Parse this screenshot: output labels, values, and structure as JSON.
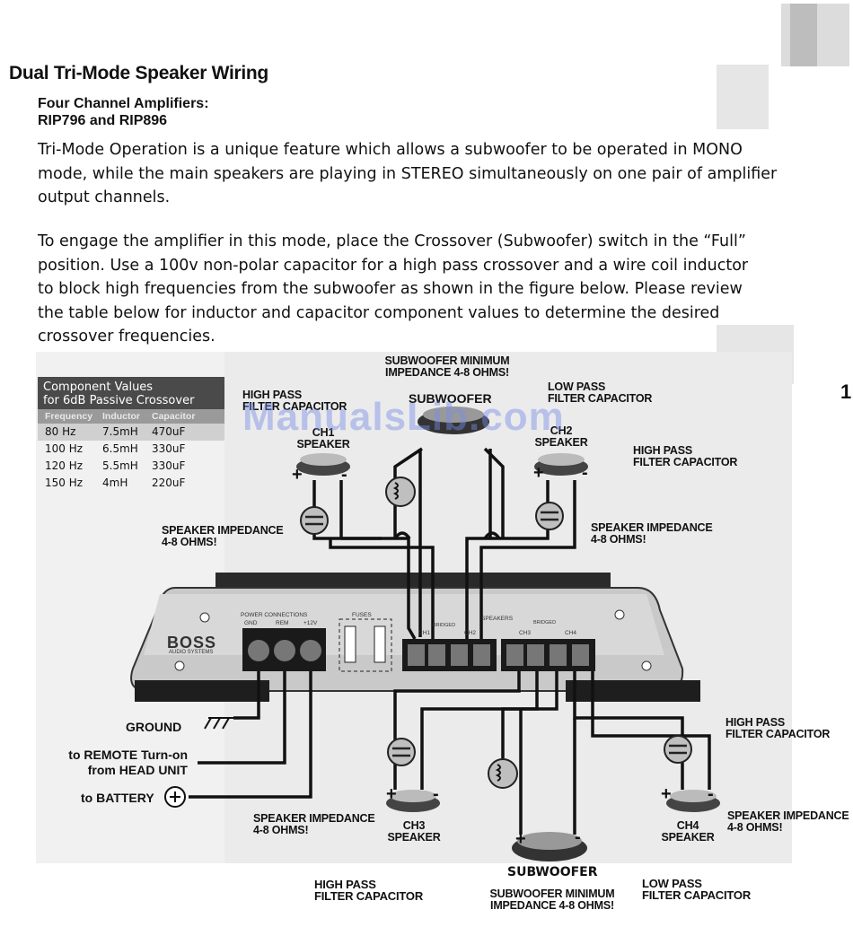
{
  "heading": "Dual Tri-Mode Speaker Wiring",
  "subheading_line1": "Four Channel Amplifiers:",
  "subheading_line2": "RIP796 and RIP896",
  "paragraph1": [
    "Tri-Mode Operation is a unique feature which allows a subwoofer to be operated in MONO",
    "mode, while the main speakers are playing in STEREO simultaneously on one pair of amplifier",
    "output channels."
  ],
  "paragraph2": [
    "To engage the amplifier in this mode, place the Crossover (Subwoofer) switch in the “Full”",
    "position. Use a 100v non-polar capacitor for a high pass crossover and a wire coil inductor",
    "to block high frequencies from the subwoofer as shown in the figure below. Please review",
    "the table below for inductor and capacitor component values to determine the desired",
    "crossover frequencies."
  ],
  "page_number": "1",
  "watermark": "ManualsLib.com",
  "table": {
    "title_line1": "Component Values",
    "title_line2": "for 6dB Passive Crossover",
    "columns": [
      "Frequency",
      "Inductor",
      "Capacitor"
    ],
    "rows": [
      [
        "80 Hz",
        "7.5mH",
        "470uF"
      ],
      [
        "100 Hz",
        "6.5mH",
        "330uF"
      ],
      [
        "120 Hz",
        "5.5mH",
        "330uF"
      ],
      [
        "150 Hz",
        "4mH",
        "220uF"
      ]
    ]
  },
  "diagram": {
    "sub_min_top_1": "SUBWOOFER MINIMUM",
    "sub_min_top_2": "IMPEDANCE 4-8 OHMS!",
    "subwoofer_top": "SUBWOOFER",
    "hp_cap_top_left_1": "HIGH PASS",
    "hp_cap_top_left_2": "FILTER CAPACITOR",
    "lp_cap_top_1": "LOW PASS",
    "lp_cap_top_2": "FILTER CAPACITOR",
    "ch1_1": "CH1",
    "ch1_2": "SPEAKER",
    "ch2_1": "CH2",
    "ch2_2": "SPEAKER",
    "hp_cap_right_1": "HIGH PASS",
    "hp_cap_right_2": "FILTER CAPACITOR",
    "imp_left_1": "SPEAKER IMPEDANCE",
    "imp_left_2": "4-8 OHMS!",
    "imp_right_1": "SPEAKER IMPEDANCE",
    "imp_right_2": "4-8 OHMS!",
    "brand": "BOSS",
    "brand_sub": "AUDIO SYSTEMS",
    "power_connections": "POWER CONNECTIONS",
    "gnd": "GND",
    "rem": "REM",
    "v12": "+12V",
    "fuses": "FUSES",
    "speakers": "SPEAKERS",
    "bridged": "BRIDGED",
    "ch1": "CH1",
    "ch2": "CH2",
    "ch3": "CH3",
    "ch4": "CH4",
    "ground": "GROUND",
    "remote_1": "to REMOTE Turn-on",
    "remote_2": "from HEAD UNIT",
    "battery": "to BATTERY",
    "hp_cap_lower_right_1": "HIGH PASS",
    "hp_cap_lower_right_2": "FILTER CAPACITOR",
    "imp_lower_left_1": "SPEAKER IMPEDANCE",
    "imp_lower_left_2": "4-8 OHMS!",
    "ch3_1": "CH3",
    "ch3_2": "SPEAKER",
    "ch4_1": "CH4",
    "ch4_2": "SPEAKER",
    "imp_lower_right_1": "SPEAKER IMPEDANCE",
    "imp_lower_right_2": "4-8 OHMS!",
    "subwoofer_bottom": "SUBWOOFER",
    "hp_cap_bottom_1": "HIGH PASS",
    "hp_cap_bottom_2": "FILTER CAPACITOR",
    "sub_min_bottom_1": "SUBWOOFER MINIMUM",
    "sub_min_bottom_2": "IMPEDANCE 4-8 OHMS!",
    "lp_cap_bottom_1": "LOW PASS",
    "lp_cap_bottom_2": "FILTER CAPACITOR"
  }
}
